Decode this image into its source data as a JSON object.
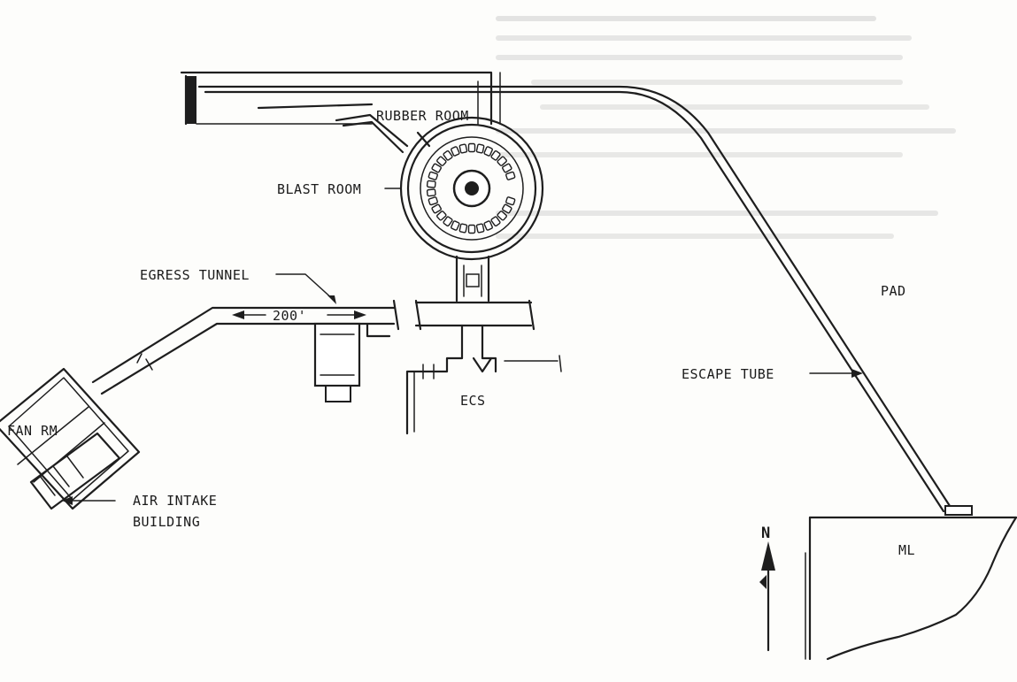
{
  "labels": {
    "rubber_room": "RUBBER ROOM",
    "blast_room": "BLAST ROOM",
    "egress_tunnel": "EGRESS TUNNEL",
    "distance": "200'",
    "pad": "PAD",
    "escape_tube": "ESCAPE TUBE",
    "ecs": "ECS",
    "fan_rm": "FAN RM",
    "air_intake_1": "AIR INTAKE",
    "air_intake_2": "BUILDING",
    "north": "N",
    "ml": "ML"
  },
  "colors": {
    "ink": "#1e1e1e",
    "paper": "#fdfdfb",
    "bleed": "#c9c9c9"
  }
}
